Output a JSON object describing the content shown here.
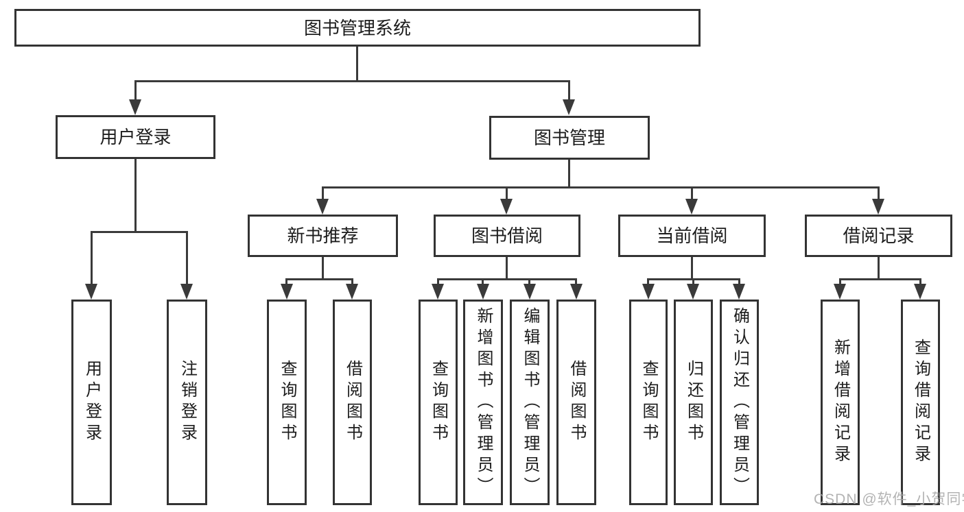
{
  "diagram": {
    "root": {
      "label": "图书管理系统"
    },
    "level1": {
      "user_login": {
        "label": "用户登录"
      },
      "book_mgmt": {
        "label": "图书管理"
      }
    },
    "level2": {
      "new_book_rec": {
        "label": "新书推荐",
        "parent": "图书管理"
      },
      "book_borrow": {
        "label": "图书借阅",
        "parent": "图书管理"
      },
      "current_borrow": {
        "label": "当前借阅",
        "parent": "图书管理"
      },
      "borrow_record": {
        "label": "借阅记录",
        "parent": "图书管理"
      }
    },
    "leaves": {
      "login_user": {
        "label": "用户登录",
        "parent": "用户登录"
      },
      "login_logout": {
        "label": "注销登录",
        "parent": "用户登录"
      },
      "rec_query_book": {
        "label": "查询图书",
        "parent": "新书推荐"
      },
      "rec_borrow_book": {
        "label": "借阅图书",
        "parent": "新书推荐"
      },
      "bb_query_book": {
        "label": "查询图书",
        "parent": "图书借阅"
      },
      "bb_add_book": {
        "label": "新增图书（管理员）",
        "parent": "图书借阅"
      },
      "bb_edit_book": {
        "label": "编辑图书（管理员）",
        "parent": "图书借阅"
      },
      "bb_borrow_book": {
        "label": "借阅图书",
        "parent": "图书借阅"
      },
      "cb_query_book": {
        "label": "查询图书",
        "parent": "当前借阅"
      },
      "cb_return_book": {
        "label": "归还图书",
        "parent": "当前借阅"
      },
      "cb_confirm_return": {
        "label": "确认归还（管理员）",
        "parent": "当前借阅"
      },
      "br_add_record": {
        "label": "新增借阅记录",
        "parent": "借阅记录"
      },
      "br_query_record": {
        "label": "查询借阅记录",
        "parent": "借阅记录"
      }
    }
  },
  "watermark": {
    "text": "CSDN @软件_小贺同学"
  },
  "colors": {
    "line": "#3a3a3a",
    "box_border": "#333333",
    "text": "#1c1c1c",
    "background": "#ffffff",
    "watermark": "#a8a8a8"
  }
}
